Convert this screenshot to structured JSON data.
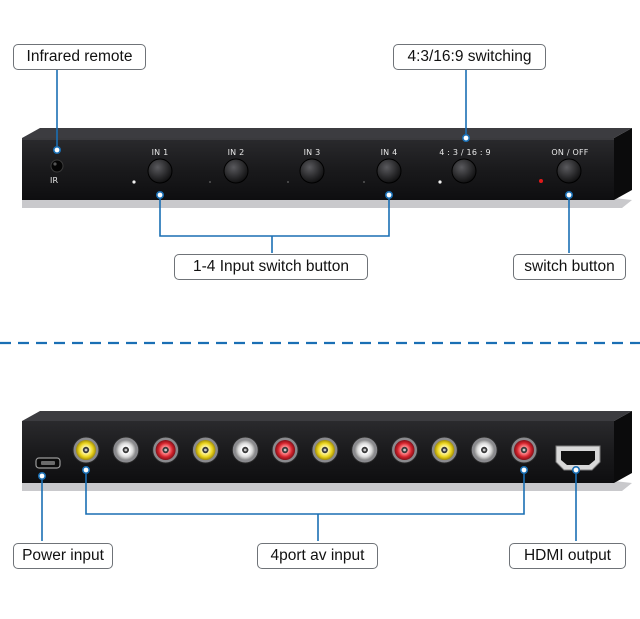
{
  "front": {
    "ir_label": "IR",
    "in1_label": "IN 1",
    "in2_label": "IN 2",
    "in3_label": "IN 3",
    "in4_label": "IN 4",
    "aspect_label": "4 : 3 / 16 : 9",
    "power_label": "ON / OFF"
  },
  "callouts": {
    "infrared_remote": "Infrared remote",
    "aspect_switching": "4:3/16:9 switching",
    "input_buttons": "1-4 Input switch button",
    "switch_button": "switch button",
    "power_input": "Power input",
    "av_input": "4port av input",
    "hdmi_output": "HDMI output"
  },
  "colors": {
    "leader_line": "#1a6fb4",
    "divider": "#1a6fb4",
    "chassis": "#1c1c1e",
    "rca_yellow": "#e9d21a",
    "rca_white": "#e4e4e4",
    "rca_red": "#d5232c",
    "power_led": "#e01a1a"
  },
  "rear": {
    "rca_jacks": [
      "yellow",
      "white",
      "red",
      "yellow",
      "white",
      "red",
      "yellow",
      "white",
      "red",
      "yellow",
      "white",
      "red"
    ]
  }
}
